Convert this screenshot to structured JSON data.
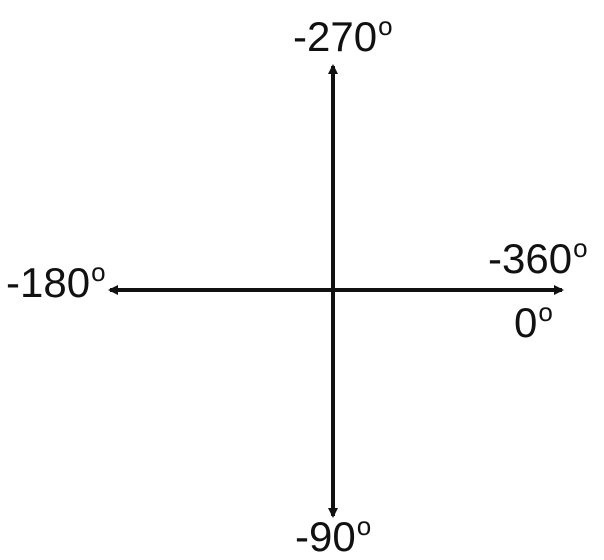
{
  "colors": {
    "axis": "#111111",
    "background": "#ffffff"
  },
  "labels": {
    "top": {
      "value": "-270",
      "unit": "o"
    },
    "bottom": {
      "value": "-90",
      "unit": "o"
    },
    "left": {
      "value": "-180",
      "unit": "o"
    },
    "right": {
      "value": "-360",
      "unit": "o"
    },
    "right_alt": {
      "value": "0",
      "unit": "o"
    }
  }
}
